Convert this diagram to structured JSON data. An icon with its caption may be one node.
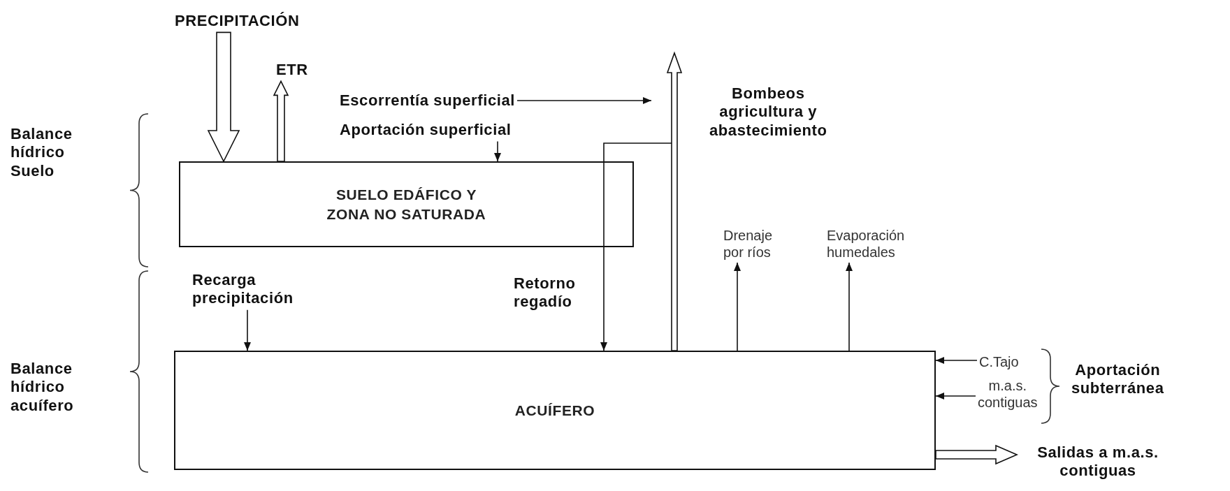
{
  "diagram": {
    "nodes": [
      {
        "text": [
          "PRECIPITACIÓN"
        ]
      },
      {
        "text": [
          "ETR"
        ]
      },
      {
        "text": [
          "Escorrentía superficial"
        ]
      },
      {
        "text": [
          "Aportación superficial"
        ]
      },
      {
        "text": [
          "SUELO EDÁFICO Y ZONA NO SATURADA"
        ]
      },
      {
        "text": [
          "Drenaje por ríos"
        ]
      },
      {
        "text": [
          "Evaporación humedales"
        ]
      },
      {
        "text": [
          "Recarga precipitación"
        ]
      },
      {
        "text": [
          "ACUÍFERO"
        ]
      },
      {
        "text": [
          "C.Tajo"
        ]
      },
      {
        "text": [
          "m.a.s. contiguas"
        ]
      },
      {
        "text": [
          "Salidas a m.a.s. contiguas"
        ]
      }
    ],
    "edges": [
      {
        "from": 0,
        "to": 4,
        "arrow": "to",
        "style": "thick"
      },
      {
        "from": 4,
        "to": 1,
        "arrow": "to",
        "style": "thick"
      },
      {
        "from": 2,
        "to": null,
        "arrow": "to"
      },
      {
        "from": 3,
        "to": 4,
        "arrow": "to"
      },
      {
        "from": 8,
        "to": null,
        "arrow": "to",
        "style": "thick",
        "label": "Bombeos agricultura y abastecimiento"
      },
      {
        "from": null,
        "to": 8,
        "arrow": "to",
        "label": "Retorno regadío"
      },
      {
        "from": 8,
        "to": 5,
        "arrow": "to"
      },
      {
        "from": 8,
        "to": 6,
        "arrow": "to"
      },
      {
        "from": 7,
        "to": 8,
        "arrow": "to"
      },
      {
        "from": 9,
        "to": 8,
        "arrow": "to"
      },
      {
        "from": 10,
        "to": 8,
        "arrow": "to"
      },
      {
        "from": 8,
        "to": 11,
        "arrow": "to",
        "style": "thick"
      }
    ],
    "labels": [
      "Balance hídrico Suelo",
      "Balance hídrico acuífero",
      "Aportación subterránea"
    ]
  }
}
